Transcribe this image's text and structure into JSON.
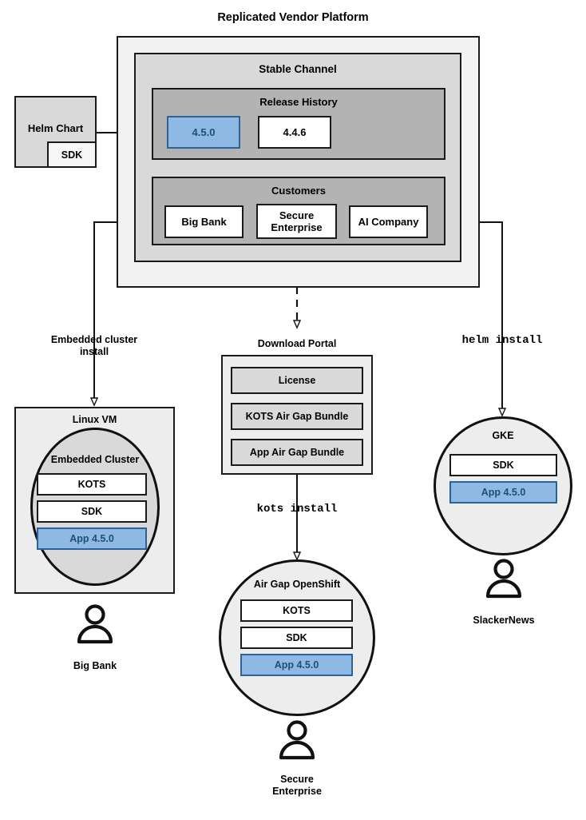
{
  "diagram": {
    "title": "Replicated Vendor Platform",
    "colors": {
      "outer_panel": "#f2f2f2",
      "channel_panel": "#d9d9d9",
      "release_panel": "#b3b3b3",
      "accent_blue_fill": "#8db9e2",
      "accent_blue_border": "#2b6298",
      "accent_blue_text": "#1f4e79",
      "stroke": "#1a1a1a",
      "white": "#ffffff",
      "light_gray": "#ededed"
    }
  },
  "platform": {
    "title": "Replicated Vendor Platform",
    "channel": {
      "title": "Stable Channel",
      "release_history": {
        "title": "Release History",
        "releases": [
          {
            "version": "4.5.0",
            "highlighted": true
          },
          {
            "version": "4.4.6",
            "highlighted": false
          }
        ]
      },
      "customers": {
        "title": "Customers",
        "items": [
          {
            "name": "Big Bank"
          },
          {
            "name": "Secure\nEnterprise"
          },
          {
            "name": "AI Company"
          }
        ]
      }
    }
  },
  "helm_chart": {
    "title": "Helm Chart",
    "sdk_label": "SDK"
  },
  "connectors": {
    "embedded_cluster_install": "Embedded cluster\ninstall",
    "kots_install": "kots install",
    "helm_install": "helm install"
  },
  "targets": {
    "linux_vm": {
      "title": "Linux VM",
      "cluster_title": "Embedded Cluster",
      "components": [
        {
          "label": "KOTS",
          "highlighted": false
        },
        {
          "label": "SDK",
          "highlighted": false
        },
        {
          "label": "App 4.5.0",
          "highlighted": true
        }
      ],
      "customer": "Big Bank"
    },
    "download_portal": {
      "title": "Download Portal",
      "artifacts": [
        {
          "label": "License"
        },
        {
          "label": "KOTS Air Gap Bundle"
        },
        {
          "label": "App Air Gap Bundle"
        }
      ]
    },
    "airgap_openshift": {
      "title": "Air Gap OpenShift",
      "components": [
        {
          "label": "KOTS",
          "highlighted": false
        },
        {
          "label": "SDK",
          "highlighted": false
        },
        {
          "label": "App 4.5.0",
          "highlighted": true
        }
      ],
      "customer": "Secure\nEnterprise"
    },
    "gke": {
      "title": "GKE",
      "components": [
        {
          "label": "SDK",
          "highlighted": false
        },
        {
          "label": "App 4.5.0",
          "highlighted": true
        }
      ],
      "customer": "SlackerNews"
    }
  }
}
